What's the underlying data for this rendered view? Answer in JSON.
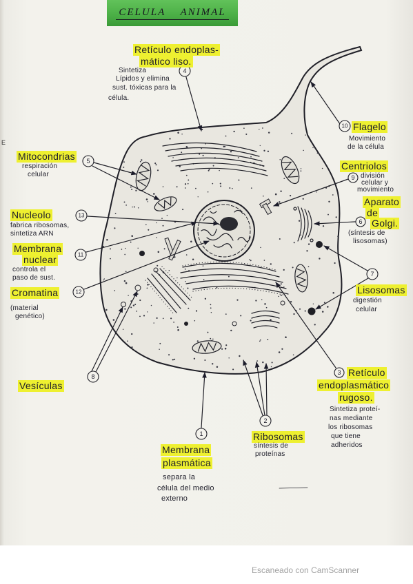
{
  "title": "CELULA ANIMAL",
  "margin_mark": "E",
  "footer": "Escaneado con CamScanner",
  "colors": {
    "highlight": "#eef030",
    "title_background": "#4cb047",
    "ink": "#1c1c2a"
  },
  "labels": {
    "reticulo_liso": {
      "number": "4",
      "name": [
        "Retículo endoplas-",
        "mático liso."
      ],
      "desc": [
        "Sintetiza",
        "Lípidos y elimina",
        "sust. tóxicas para la",
        "célula."
      ]
    },
    "flagelo": {
      "number": "10",
      "name": [
        "Flagelo"
      ],
      "desc": [
        "Movimiento",
        "de la célula"
      ]
    },
    "mitocondrias": {
      "number": "5",
      "name": [
        "Mitocondrias"
      ],
      "desc": [
        "respiración",
        "celular"
      ]
    },
    "centriolos": {
      "number": "9",
      "name": [
        "Centriolos"
      ],
      "desc": [
        "división",
        "celular y",
        "movimiento"
      ]
    },
    "golgi": {
      "number": "6",
      "name": [
        "Aparato",
        "de",
        "Golgi."
      ],
      "desc": [
        "(síntesis de",
        "lisosomas)"
      ]
    },
    "nucleolo": {
      "number": "13",
      "name": [
        "Nucleolo"
      ],
      "desc": [
        "fabrica ribosomas,",
        "sintetiza ARN"
      ]
    },
    "membrana_nuclear": {
      "number": "11",
      "name": [
        "Membrana",
        "nuclear"
      ],
      "desc": [
        "controla el",
        "paso de sust."
      ]
    },
    "cromatina": {
      "number": "12",
      "name": [
        "Cromatina"
      ],
      "desc": [
        "(material",
        "genético)"
      ]
    },
    "lisosomas": {
      "number": "7",
      "name": [
        "Lisosomas"
      ],
      "desc": [
        "digestión",
        "celular"
      ]
    },
    "vesiculas": {
      "number": "8",
      "name": [
        "Vesículas"
      ]
    },
    "reticulo_rugoso": {
      "number": "3",
      "name": [
        "Retículo",
        "endoplasmático",
        "rugoso."
      ],
      "desc": [
        "Sintetiza proteí-",
        "nas mediante",
        "los ribosomas",
        "que tiene",
        "adheridos"
      ]
    },
    "ribosomas": {
      "number": "2",
      "name": [
        "Ribosomas"
      ],
      "desc": [
        "síntesis de",
        "proteínas"
      ]
    },
    "membrana_plasmatica": {
      "number": "1",
      "name": [
        "Membrana",
        "plasmática"
      ],
      "desc": [
        "separa la",
        "célula del medio",
        "externo"
      ]
    }
  }
}
